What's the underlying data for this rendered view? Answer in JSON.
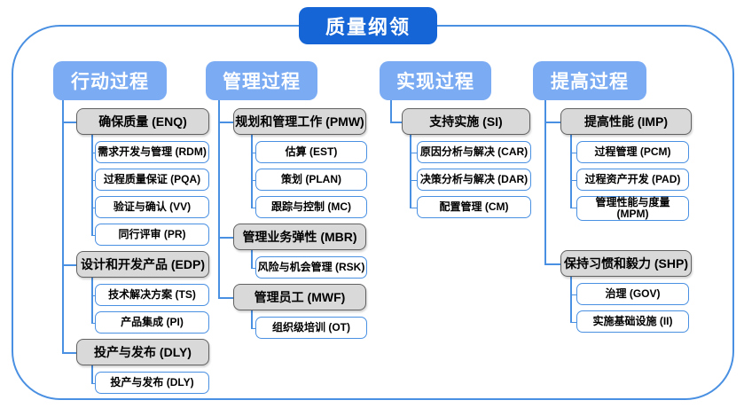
{
  "title": "质量纲领",
  "colors": {
    "title_bg": "#1565d6",
    "header_bg": "#7aabf3",
    "group_bg": "#d9d9d9",
    "group_border": "#616161",
    "line_blue": "#4a90e2"
  },
  "columns": [
    {
      "header": "行动过程",
      "groups": [
        {
          "label": "确保质量 (ENQ)",
          "children": [
            "需求开发与管理 (RDM)",
            "过程质量保证 (PQA)",
            "验证与确认 (VV)",
            "同行评审 (PR)"
          ]
        },
        {
          "label": "设计和开发产品 (EDP)",
          "children": [
            "技术解决方案 (TS)",
            "产品集成 (PI)"
          ]
        },
        {
          "label": "投产与发布 (DLY)",
          "children": [
            "投产与发布 (DLY)"
          ]
        }
      ]
    },
    {
      "header": "管理过程",
      "groups": [
        {
          "label": "规划和管理工作 (PMW)",
          "children": [
            "估算 (EST)",
            "策划 (PLAN)",
            "跟踪与控制 (MC)"
          ]
        },
        {
          "label": "管理业务弹性 (MBR)",
          "children": [
            "风险与机会管理 (RSK)"
          ]
        },
        {
          "label": "管理员工 (MWF)",
          "children": [
            "组织级培训 (OT)"
          ]
        }
      ]
    },
    {
      "header": "实现过程",
      "groups": [
        {
          "label": "支持实施 (SI)",
          "children": [
            "原因分析与解决 (CAR)",
            "决策分析与解决 (DAR)",
            "配置管理 (CM)"
          ]
        }
      ]
    },
    {
      "header": "提高过程",
      "groups": [
        {
          "label": "提高性能 (IMP)",
          "children": [
            "过程管理 (PCM)",
            "过程资产开发 (PAD)",
            "管理性能与度量\n(MPM)"
          ]
        },
        {
          "label": "保持习惯和毅力 (SHP)",
          "children": [
            "治理 (GOV)",
            "实施基础设施 (II)"
          ]
        }
      ]
    }
  ]
}
